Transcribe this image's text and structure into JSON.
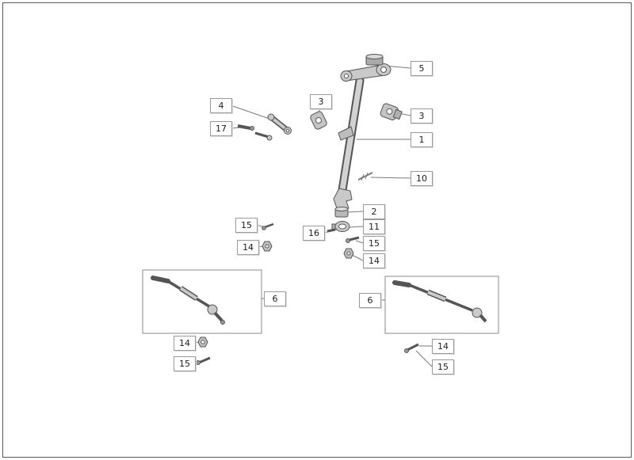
{
  "colors": {
    "background": "#ffffff",
    "frame_border": "#5a5a5a",
    "part_outline": "#555555",
    "part_fill": "#c9c9c9",
    "leader_line": "#7a7a7a",
    "callout_border": "#9a9a9a"
  },
  "callouts": [
    {
      "label": "5"
    },
    {
      "label": "3"
    },
    {
      "label": "4"
    },
    {
      "label": "3"
    },
    {
      "label": "17"
    },
    {
      "label": "1"
    },
    {
      "label": "10"
    },
    {
      "label": "2"
    },
    {
      "label": "11"
    },
    {
      "label": "16"
    },
    {
      "label": "15"
    },
    {
      "label": "14"
    },
    {
      "label": "15"
    },
    {
      "label": "14"
    },
    {
      "label": "6"
    },
    {
      "label": "6"
    },
    {
      "label": "14"
    },
    {
      "label": "15"
    },
    {
      "label": "14"
    },
    {
      "label": "15"
    }
  ]
}
